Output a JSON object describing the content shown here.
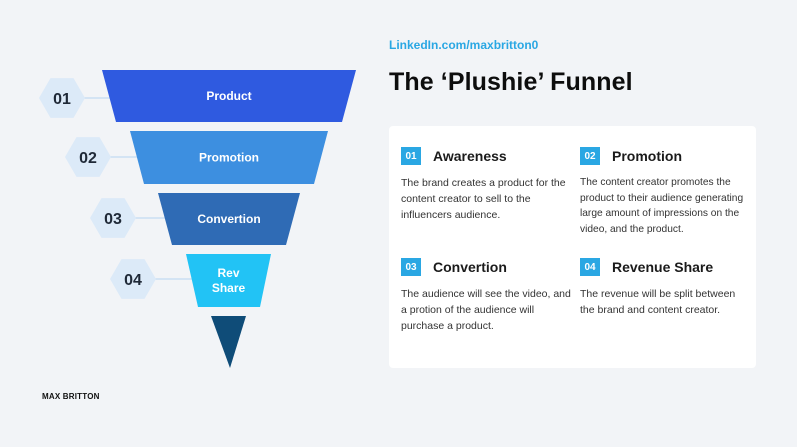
{
  "funnel": {
    "segments": [
      {
        "number": "01",
        "label": "Product",
        "color": "#2f5ae0"
      },
      {
        "number": "02",
        "label": "Promotion",
        "color": "#3d8fe0"
      },
      {
        "number": "03",
        "label": "Convertion",
        "color": "#2f6bb5"
      },
      {
        "number": "04",
        "label": "Rev\nShare",
        "color": "#22c3f5"
      }
    ],
    "tip_color": "#0f4c78",
    "hex_color": "#dceaf8",
    "connector_color": "#c9dff3"
  },
  "header": {
    "linkedin": "LinkedIn.com/maxbritton0",
    "title": "The ‘Plushie’ Funnel"
  },
  "steps": [
    {
      "number": "01",
      "title": "Awareness",
      "description": "The brand creates a product for the content creator to sell to the influencers audience."
    },
    {
      "number": "02",
      "title": "Promotion",
      "description": "The content creator promotes the product to their audience generating large amount of impressions on the video, and the product."
    },
    {
      "number": "03",
      "title": "Convertion",
      "description": "The audience will see the video, and a protion of the audience will purchase a product."
    },
    {
      "number": "04",
      "title": "Revenue Share",
      "description": "The revenue will be split between the brand and content creator."
    }
  ],
  "footer": {
    "author": "MAX BRITTON"
  },
  "colors": {
    "accent": "#2aa7e3",
    "background": "#f2f4f7"
  }
}
